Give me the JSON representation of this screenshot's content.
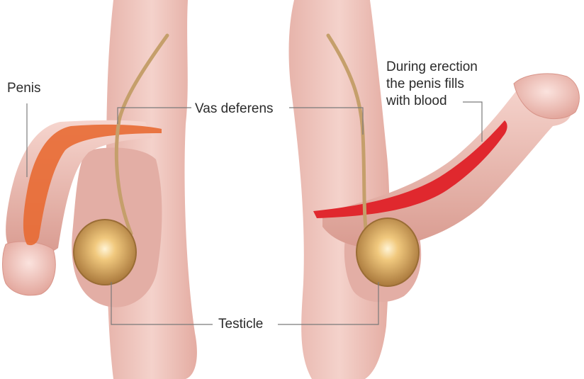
{
  "labels": {
    "penis": "Penis",
    "vas_deferens": "Vas deferens",
    "testicle": "Testicle",
    "erection_lines": [
      "During erection",
      "the penis fills",
      "with blood"
    ]
  },
  "colors": {
    "skin": "#f1c9c1",
    "skin_shadow": "#dba59b",
    "blood": "#e0282e",
    "flaccid_tissue": "#e45d2c",
    "testicle": "#c79a5e",
    "vas_deferens": "#bf9a66",
    "leader_line": "#7a7a7a"
  }
}
